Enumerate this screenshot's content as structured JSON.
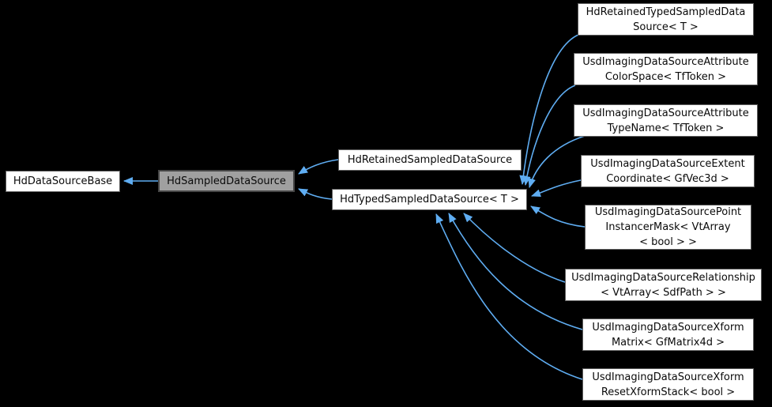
{
  "diagram": {
    "type": "class-inheritance-graph",
    "colors": {
      "background": "#000000",
      "node_fill": "#ffffff",
      "node_border": "#5e5e5e",
      "highlight_fill": "#a0a0a0",
      "highlight_border": "#464646",
      "arrow": "#5fadf2",
      "text": "#0a0a0a"
    },
    "nodes": [
      {
        "id": "HdDataSourceBase",
        "label": "HdDataSourceBase",
        "highlighted": false
      },
      {
        "id": "HdSampledDataSource",
        "label": "HdSampledDataSource",
        "highlighted": true
      },
      {
        "id": "HdRetainedSampledDataSource",
        "label": "HdRetainedSampledDataSource",
        "highlighted": false
      },
      {
        "id": "HdTypedSampledDataSource",
        "label": "HdTypedSampledDataSource< T >",
        "highlighted": false
      },
      {
        "id": "HdRetainedTypedSampledDataSource",
        "label": "HdRetainedTypedSampledData\nSource< T >",
        "highlighted": false
      },
      {
        "id": "UsdImagingDataSourceAttributeColorSpace",
        "label": "UsdImagingDataSourceAttribute\nColorSpace< TfToken >",
        "highlighted": false
      },
      {
        "id": "UsdImagingDataSourceAttributeTypeName",
        "label": "UsdImagingDataSourceAttribute\nTypeName< TfToken >",
        "highlighted": false
      },
      {
        "id": "UsdImagingDataSourceExtentCoordinate",
        "label": "UsdImagingDataSourceExtent\nCoordinate< GfVec3d >",
        "highlighted": false
      },
      {
        "id": "UsdImagingDataSourcePointInstancerMask",
        "label": "UsdImagingDataSourcePoint\nInstancerMask< VtArray\n< bool > >",
        "highlighted": false
      },
      {
        "id": "UsdImagingDataSourceRelationship",
        "label": "UsdImagingDataSourceRelationship\n< VtArray< SdfPath > >",
        "highlighted": false
      },
      {
        "id": "UsdImagingDataSourceXformMatrix",
        "label": "UsdImagingDataSourceXform\nMatrix< GfMatrix4d >",
        "highlighted": false
      },
      {
        "id": "UsdImagingDataSourceXformResetXformStack",
        "label": "UsdImagingDataSourceXform\nResetXformStack< bool >",
        "highlighted": false
      }
    ],
    "edges": [
      {
        "from": "HdSampledDataSource",
        "to": "HdDataSourceBase",
        "relation": "inherits"
      },
      {
        "from": "HdRetainedSampledDataSource",
        "to": "HdSampledDataSource",
        "relation": "inherits"
      },
      {
        "from": "HdTypedSampledDataSource",
        "to": "HdSampledDataSource",
        "relation": "inherits"
      },
      {
        "from": "HdRetainedTypedSampledDataSource",
        "to": "HdTypedSampledDataSource",
        "relation": "inherits"
      },
      {
        "from": "UsdImagingDataSourceAttributeColorSpace",
        "to": "HdTypedSampledDataSource",
        "relation": "inherits"
      },
      {
        "from": "UsdImagingDataSourceAttributeTypeName",
        "to": "HdTypedSampledDataSource",
        "relation": "inherits"
      },
      {
        "from": "UsdImagingDataSourceExtentCoordinate",
        "to": "HdTypedSampledDataSource",
        "relation": "inherits"
      },
      {
        "from": "UsdImagingDataSourcePointInstancerMask",
        "to": "HdTypedSampledDataSource",
        "relation": "inherits"
      },
      {
        "from": "UsdImagingDataSourceRelationship",
        "to": "HdTypedSampledDataSource",
        "relation": "inherits"
      },
      {
        "from": "UsdImagingDataSourceXformMatrix",
        "to": "HdTypedSampledDataSource",
        "relation": "inherits"
      },
      {
        "from": "UsdImagingDataSourceXformResetXformStack",
        "to": "HdTypedSampledDataSource",
        "relation": "inherits"
      }
    ]
  }
}
